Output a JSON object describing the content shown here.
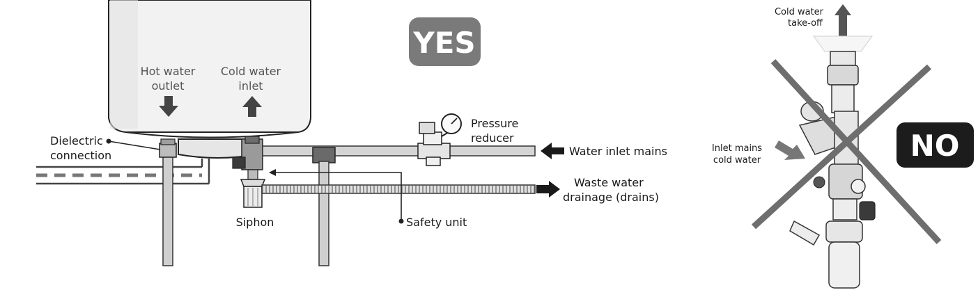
{
  "yes_badge": {
    "text": "YES",
    "color": "#7a7a7a"
  },
  "no_badge": {
    "text": "NO",
    "color": "#1c1c1c"
  },
  "labels": {
    "hot_water_outlet": [
      "Hot water",
      "outlet"
    ],
    "cold_water_inlet": [
      "Cold water",
      "inlet"
    ],
    "dielectric_connection": [
      "Dielectric",
      "connection"
    ],
    "pressure_reducer": [
      "Pressure",
      "reducer"
    ],
    "water_inlet_mains": "Water inlet mains",
    "waste_water": [
      "Waste water",
      "drainage (drains)"
    ],
    "siphon": "Siphon",
    "safety_unit": "Safety unit",
    "cold_water_takeoff": [
      "Cold water",
      "take-off"
    ],
    "inlet_mains_cold": [
      "Inlet mains",
      "cold water"
    ]
  },
  "icons": {
    "down_arrow": "arrow-down-icon",
    "up_arrow": "arrow-up-icon",
    "left_arrow": "arrow-left-icon",
    "right_arrow": "arrow-right-icon",
    "cross": "cross-out-icon"
  }
}
